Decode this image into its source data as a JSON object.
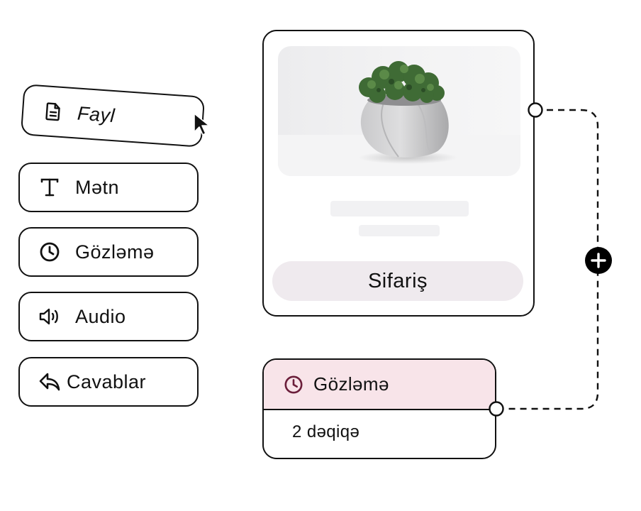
{
  "palette": {
    "outline": "#111111",
    "accent_plum": "#6b1e3a",
    "wait_header_bg": "#f8e4e9",
    "order_button_bg": "#efeaee",
    "skeleton": "#f1f1f3"
  },
  "blocks": [
    {
      "label": "Fayl",
      "icon": "file-icon"
    },
    {
      "label": "Mətn",
      "icon": "text-icon"
    },
    {
      "label": "Gözləmə",
      "icon": "clock-icon"
    },
    {
      "label": "Audio",
      "icon": "speaker-icon"
    },
    {
      "label": "Cavablar",
      "icon": "reply-icon"
    }
  ],
  "product_card": {
    "image": "plant-pot-image",
    "button_label": "Sifariş"
  },
  "wait_node": {
    "title": "Gözləmə",
    "icon": "clock-icon",
    "value": "2 dəqiqə"
  },
  "connector": {
    "add_icon": "plus-circle-icon"
  }
}
